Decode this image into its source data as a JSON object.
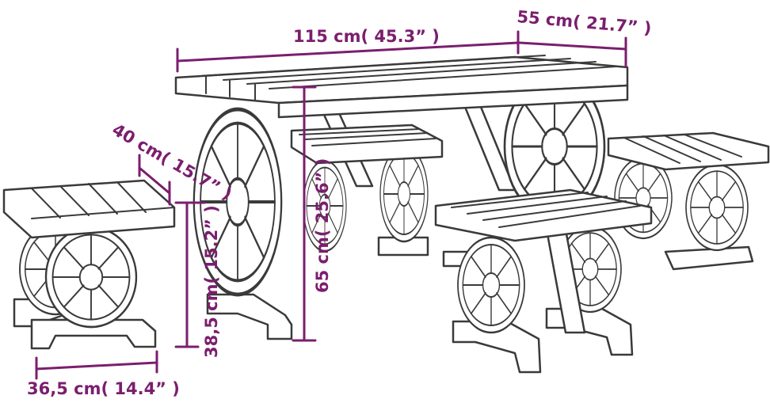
{
  "colors": {
    "dimension": "#7b1e6e",
    "outline": "#3a3a3a",
    "wood": "#ffffff"
  },
  "dimensions": {
    "table_length": "115 cm( 45.3” )",
    "table_width": "55 cm( 21.7” )",
    "table_height": "65 cm( 25.6” )",
    "bench_depth": "40 cm( 15.7” )",
    "bench_height": "38,5 cm( 15.2” )",
    "bench_width": "36,5 cm( 14.4” )"
  }
}
